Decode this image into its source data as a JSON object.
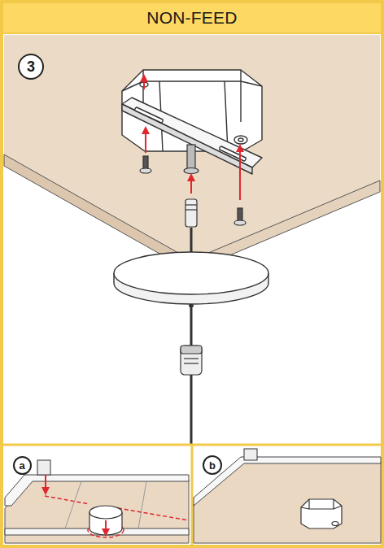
{
  "diagram": {
    "title": "NON-FEED",
    "nodes": [
      {
        "text": [
          "3"
        ]
      },
      {
        "text": [
          "a"
        ]
      },
      {
        "text": [
          "b"
        ]
      }
    ]
  }
}
